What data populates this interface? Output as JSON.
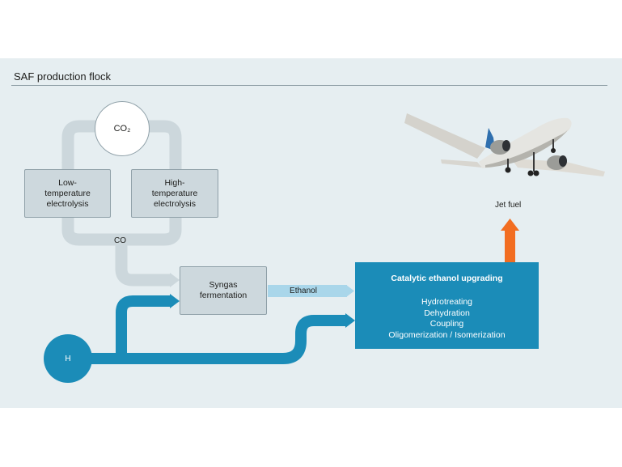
{
  "title": "SAF production flock",
  "nodes": {
    "co2": "CO₂",
    "low_temp_electrolysis": [
      "Low-",
      "temperature",
      "electrolysis"
    ],
    "high_temp_electrolysis": [
      "High-",
      "temperature",
      "electrolysis"
    ],
    "co_label": "CO",
    "syngas_fermentation": [
      "Syngas",
      "fermentation"
    ],
    "ethanol_label": "Ethanol",
    "hydrogen": "H",
    "jet_fuel_label": "Jet fuel"
  },
  "upgrading": {
    "heading": "Catalytic ethanol upgrading",
    "steps": [
      "Hydrotreating",
      "Dehydration",
      "Coupling",
      "Oligomerization / Isomerization"
    ]
  },
  "colors": {
    "panel_bg": "#e6eef1",
    "grey_flow": "#ccd7dc",
    "blue": "#1b8cb8",
    "light_blue": "#a9d6ea",
    "orange": "#f26d21"
  },
  "icons": {
    "aircraft": "airplane-icon"
  }
}
